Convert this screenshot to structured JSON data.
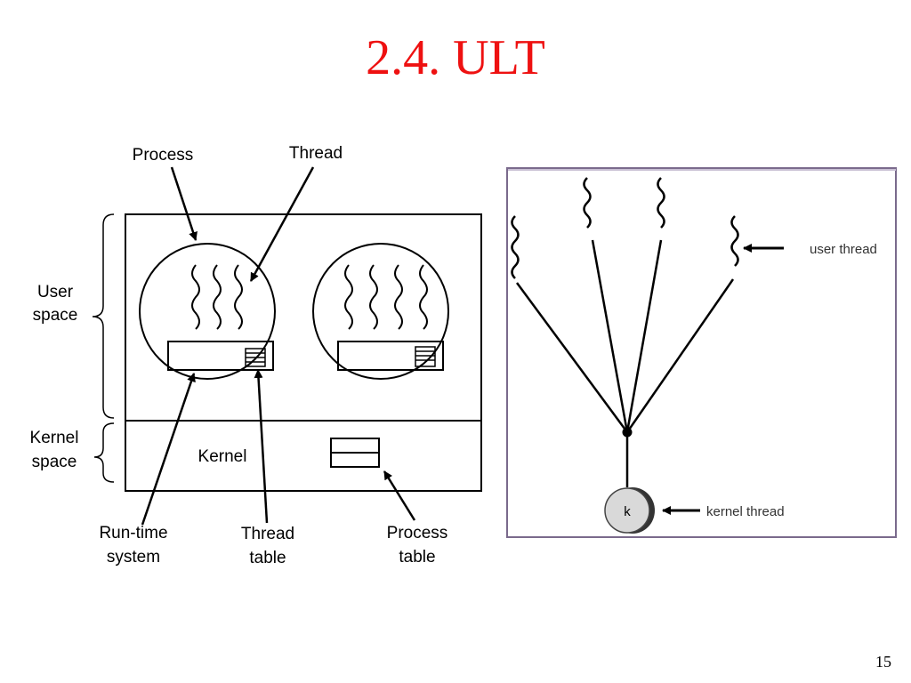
{
  "slide": {
    "title": "2.4. ULT",
    "page_number": "15"
  },
  "left_diagram": {
    "label_process_top": "Process",
    "label_thread_top": "Thread",
    "label_user_line1": "User",
    "label_user_line2": "space",
    "label_kernel_space_line1": "Kernel",
    "label_kernel_space_line2": "space",
    "label_kernel": "Kernel",
    "label_runtime_line1": "Run-time",
    "label_runtime_line2": "system",
    "label_thread_table_line1": "Thread",
    "label_thread_table_line2": "table",
    "label_process_table_line1": "Process",
    "label_process_table_line2": "table"
  },
  "right_diagram": {
    "label_user_thread": "user thread",
    "label_kernel_thread": "kernel thread",
    "kernel_node_letter": "k"
  }
}
